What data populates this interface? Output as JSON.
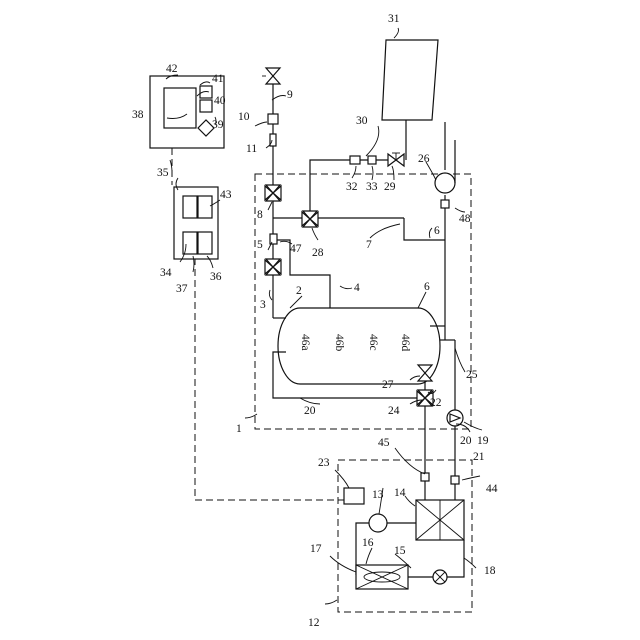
{
  "labels": {
    "l1": "1",
    "l2": "2",
    "l3": "3",
    "l4": "4",
    "l5": "5",
    "l6a": "6",
    "l6b": "6",
    "l7": "7",
    "l8": "8",
    "l9": "9",
    "l10": "10",
    "l11": "11",
    "l12": "12",
    "l13": "13",
    "l14": "14",
    "l15": "15",
    "l16": "16",
    "l17": "17",
    "l18": "18",
    "l19": "19",
    "l20a": "20",
    "l20b": "20",
    "l21": "21",
    "l22": "22",
    "l23": "23",
    "l24": "24",
    "l25": "25",
    "l26": "26",
    "l27": "27",
    "l28": "28",
    "l29": "29",
    "l30": "30",
    "l31": "31",
    "l32": "32",
    "l33": "33",
    "l34": "34",
    "l35": "35",
    "l36": "36",
    "l37": "37",
    "l38": "38",
    "l39": "39",
    "l40": "40",
    "l41": "41",
    "l42": "42",
    "l43": "43",
    "l44": "44",
    "l45": "45",
    "l47": "47",
    "l48": "48"
  },
  "tank_probes": {
    "p46a": "46a",
    "p46b": "46b",
    "p46c": "46c",
    "p46d": "46d"
  }
}
